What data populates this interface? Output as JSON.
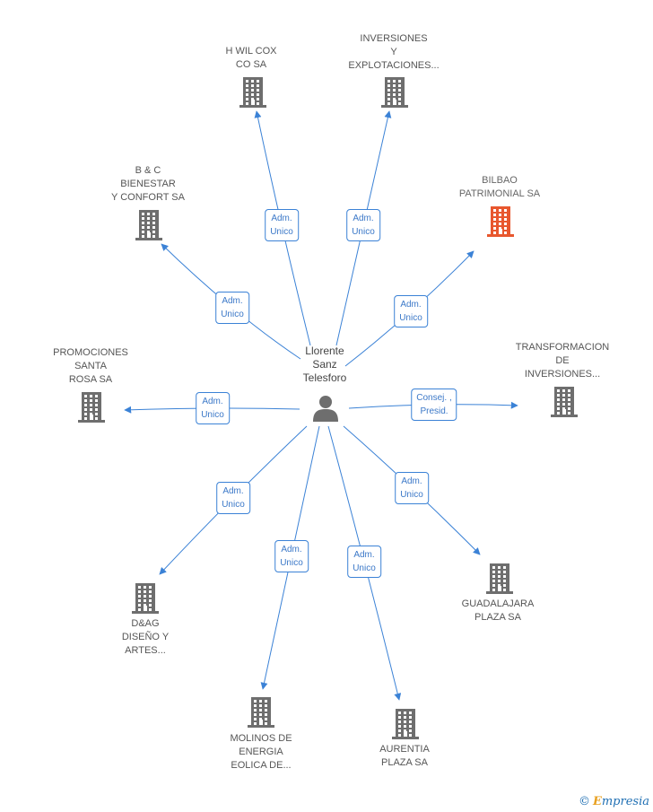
{
  "center": {
    "lines": [
      "Llorente",
      "Sanz",
      "Telesforo"
    ],
    "icon": "person-icon"
  },
  "colors": {
    "edge": "#3b82d6",
    "building": "#6e6e6e",
    "building_highlight": "#e8572e",
    "box_text": "#3b78c8"
  },
  "nodes": [
    {
      "id": "hwilcox",
      "lines": [
        "H WIL COX",
        "CO SA"
      ],
      "highlight": false
    },
    {
      "id": "inversiones",
      "lines": [
        "INVERSIONES",
        "Y",
        "EXPLOTACIONES..."
      ],
      "highlight": false
    },
    {
      "id": "byc",
      "lines": [
        "B & C",
        "BIENESTAR",
        "Y CONFORT SA"
      ],
      "highlight": false
    },
    {
      "id": "bilbao",
      "lines": [
        "BILBAO",
        "PATRIMONIAL SA"
      ],
      "highlight": true
    },
    {
      "id": "promociones",
      "lines": [
        "PROMOCIONES",
        "SANTA",
        "ROSA SA"
      ],
      "highlight": false
    },
    {
      "id": "transformacion",
      "lines": [
        "TRANSFORMACION",
        "DE",
        "INVERSIONES..."
      ],
      "highlight": false
    },
    {
      "id": "dag",
      "lines": [
        "D&AG",
        "DISEÑO Y",
        "ARTES..."
      ],
      "highlight": false
    },
    {
      "id": "guadalajara",
      "lines": [
        "GUADALAJARA",
        "PLAZA SA"
      ],
      "highlight": false
    },
    {
      "id": "molinos",
      "lines": [
        "MOLINOS DE",
        "ENERGIA",
        "EOLICA DE..."
      ],
      "highlight": false
    },
    {
      "id": "aurentia",
      "lines": [
        "AURENTIA",
        "PLAZA SA"
      ],
      "highlight": false
    }
  ],
  "relations": [
    {
      "to": "hwilcox",
      "lines": [
        "Adm.",
        "Unico"
      ]
    },
    {
      "to": "inversiones",
      "lines": [
        "Adm.",
        "Unico"
      ]
    },
    {
      "to": "byc",
      "lines": [
        "Adm.",
        "Unico"
      ]
    },
    {
      "to": "bilbao",
      "lines": [
        "Adm.",
        "Unico"
      ]
    },
    {
      "to": "promociones",
      "lines": [
        "Adm.",
        "Unico"
      ]
    },
    {
      "to": "transformacion",
      "lines": [
        "Consej. ,",
        "Presid."
      ]
    },
    {
      "to": "dag",
      "lines": [
        "Adm.",
        "Unico"
      ]
    },
    {
      "to": "guadalajara",
      "lines": [
        "Adm.",
        "Unico"
      ]
    },
    {
      "to": "molinos",
      "lines": [
        "Adm.",
        "Unico"
      ]
    },
    {
      "to": "aurentia",
      "lines": [
        "Adm.",
        "Unico"
      ]
    }
  ],
  "footer": {
    "copyright": "©",
    "brand_first": "E",
    "brand_rest": "mpresia"
  }
}
